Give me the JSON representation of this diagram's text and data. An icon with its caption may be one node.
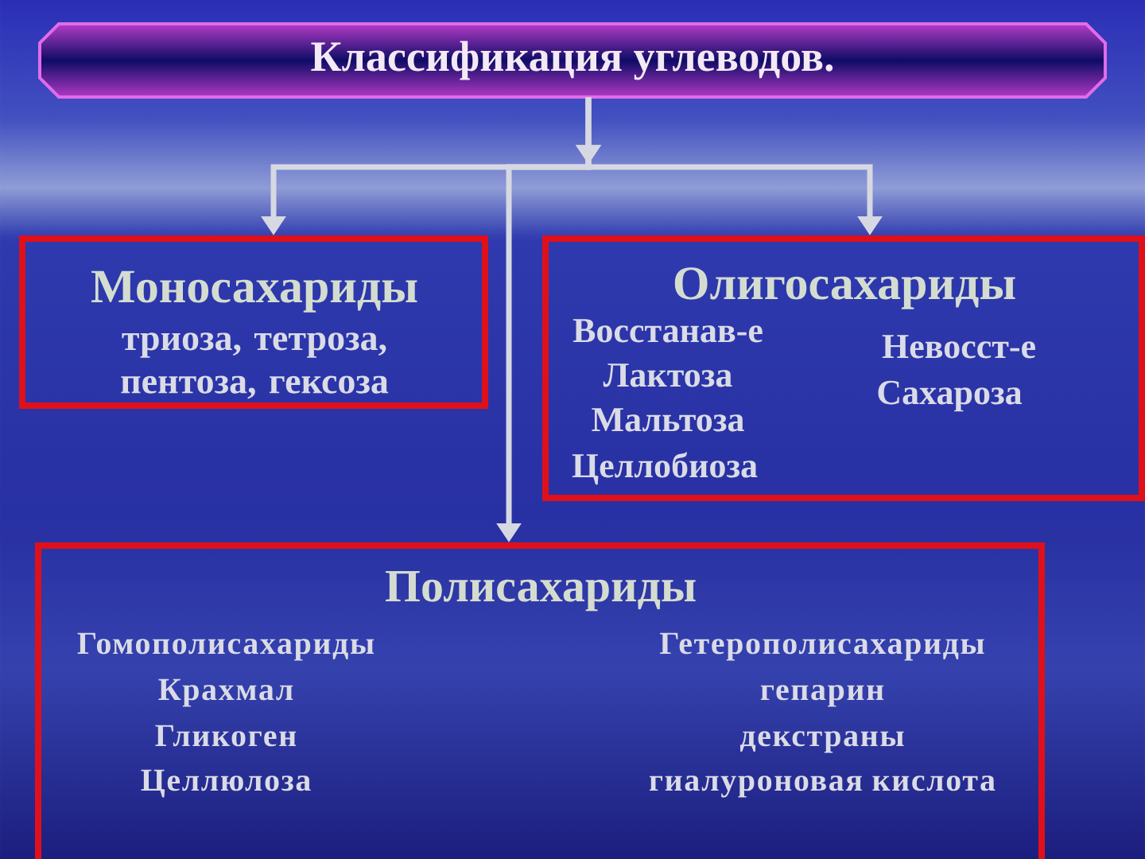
{
  "diagram": {
    "nodes": [
      {
        "text": [
          "Классификация углеводов."
        ]
      },
      {
        "text": [
          "Моносахариды",
          "триоза, тетроза, пентоза, гексоза"
        ]
      },
      {
        "text": [
          "Олигосахариды",
          "Восстанав-е",
          "Лактоза",
          "Мальтоза",
          "Целлобиоза",
          "Невосст-е",
          "Сахароза"
        ]
      },
      {
        "text": [
          "Полисахариды",
          "Гомополисахариды",
          "Крахмал",
          "Гликоген",
          "Целлюлоза",
          "Гетерополисахариды",
          "гепарин",
          "декстраны",
          "гиалуроновая кислота"
        ]
      }
    ],
    "edges": [
      {
        "from": 0,
        "to": 1,
        "arrow": "to"
      },
      {
        "from": 0,
        "to": 2,
        "arrow": "to"
      },
      {
        "from": 0,
        "to": 3,
        "arrow": "to"
      }
    ]
  }
}
